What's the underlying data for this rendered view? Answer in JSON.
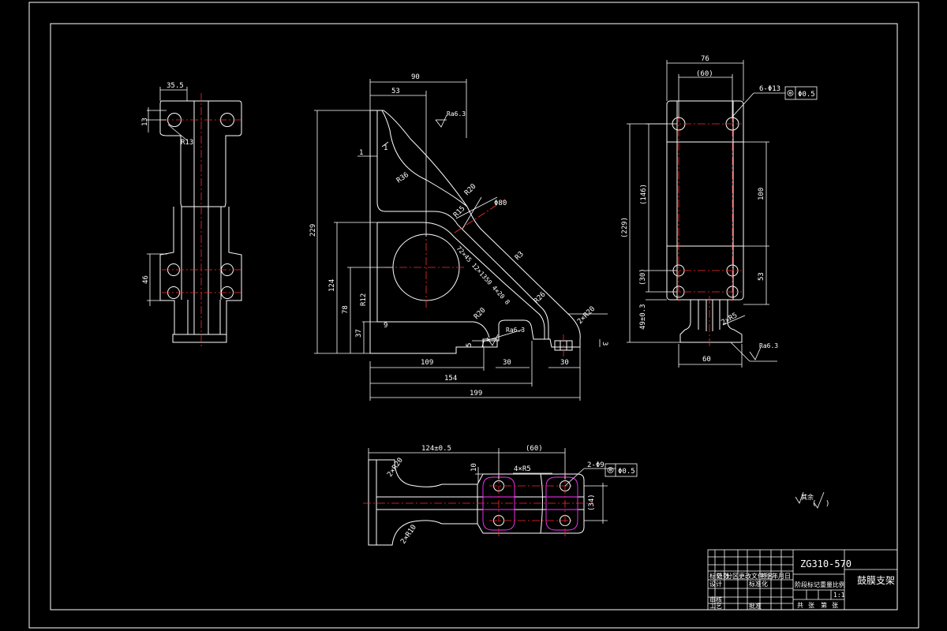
{
  "drawing": {
    "part_number": "ZG310-570",
    "title": "鼓膜支架",
    "sheet_info": "1:1",
    "roughness_note": "其余"
  },
  "colors": {
    "background": "#000000",
    "line": "#ffffff",
    "center_line": "#ff2a2a",
    "hidden_line": "#ff33ff"
  },
  "dimensions": {
    "left_view": {
      "d355": "35.5",
      "d13": "13",
      "r13": "R13",
      "d46": "46"
    },
    "front_view": {
      "d90": "90",
      "d53": "53",
      "ra63": "Ra6.3",
      "d1a": "1",
      "d1b": "1",
      "r36": "R36",
      "r20_top": "R20",
      "r15": "R15",
      "phi80": "Φ80",
      "d229": "229",
      "d124": "124",
      "d78": "78",
      "d37": "37",
      "r12": "R12",
      "d9": "9",
      "r3_note": "72×45 12×1350 4×20 8",
      "r3": "R3",
      "r20b": "R20",
      "r26": "R26",
      "c2x20": "2×R20",
      "ra63b": "Ra6.3",
      "d5": "5",
      "d3": "3",
      "d109": "109",
      "d30a": "30",
      "d30b": "30",
      "d154": "154",
      "d199": "199"
    },
    "right_view": {
      "d76": "76",
      "d60p": "(60)",
      "hole_note": "6-Φ13",
      "pos": "Φ0.5",
      "d100": "100",
      "d146p": "(146)",
      "d229p": "(229)",
      "d30p": "(30)",
      "d53": "53",
      "d49": "49±0.3",
      "r2": "2×R5",
      "d60": "60",
      "ra63": "Ra6.3"
    },
    "bottom_view": {
      "d124": "124±0.5",
      "d60p": "(60)",
      "d10": "10",
      "d4x10": "4×R5",
      "hole_note": "2-Φ9",
      "pos": "Φ0.5",
      "d34p": "(34)",
      "c2x20a": "2×R20",
      "c2x20b": "2×R10"
    }
  },
  "title_block": {
    "row_labels": [
      "标记",
      "设计",
      "审核",
      "工艺"
    ],
    "header_cells": [
      "标记",
      "处数",
      "分区",
      "更改文件号",
      "签名",
      "年月日"
    ],
    "mid_labels": [
      "标准化",
      "批准"
    ],
    "stage_cells": [
      "阶段标记",
      "重量",
      "比例"
    ],
    "sheet_cells": [
      "共",
      "张",
      "第",
      "张"
    ]
  }
}
